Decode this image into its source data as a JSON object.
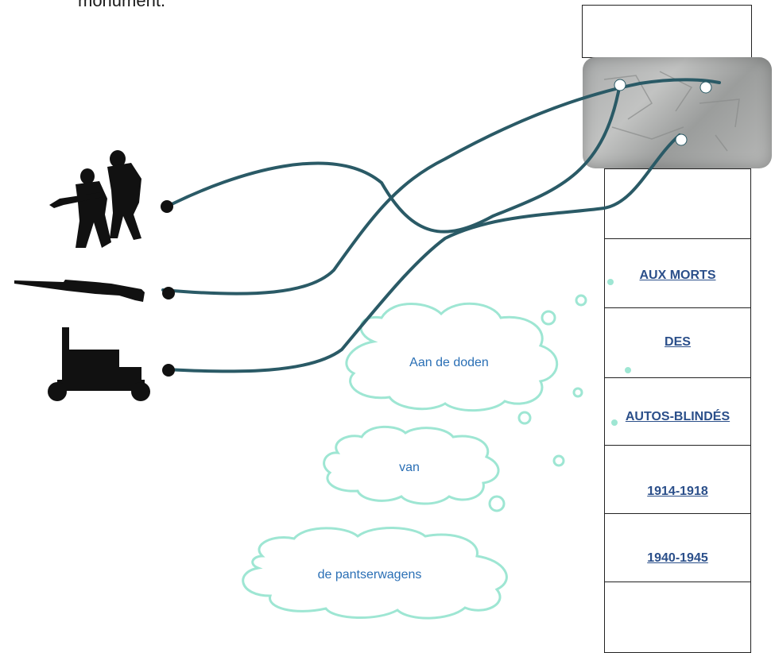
{
  "header": {
    "cut_text": "monument."
  },
  "column": {
    "cells": [
      {
        "label": ""
      },
      {
        "label": "AUX MORTS"
      },
      {
        "label": "DES"
      },
      {
        "label": "AUTOS-BLINDÉS"
      },
      {
        "label": "1914-1918"
      },
      {
        "label": "1940-1945"
      },
      {
        "label": ""
      }
    ]
  },
  "clouds": [
    {
      "label": "Aan de doden"
    },
    {
      "label": "van"
    },
    {
      "label": "de pantserwagens"
    }
  ],
  "icons": [
    "soldiers-icon",
    "rifle-icon",
    "armored-car-icon"
  ],
  "colors": {
    "wire": "#2a5a66",
    "cloud": "#9ee6d3",
    "label": "#2b4f8a"
  }
}
